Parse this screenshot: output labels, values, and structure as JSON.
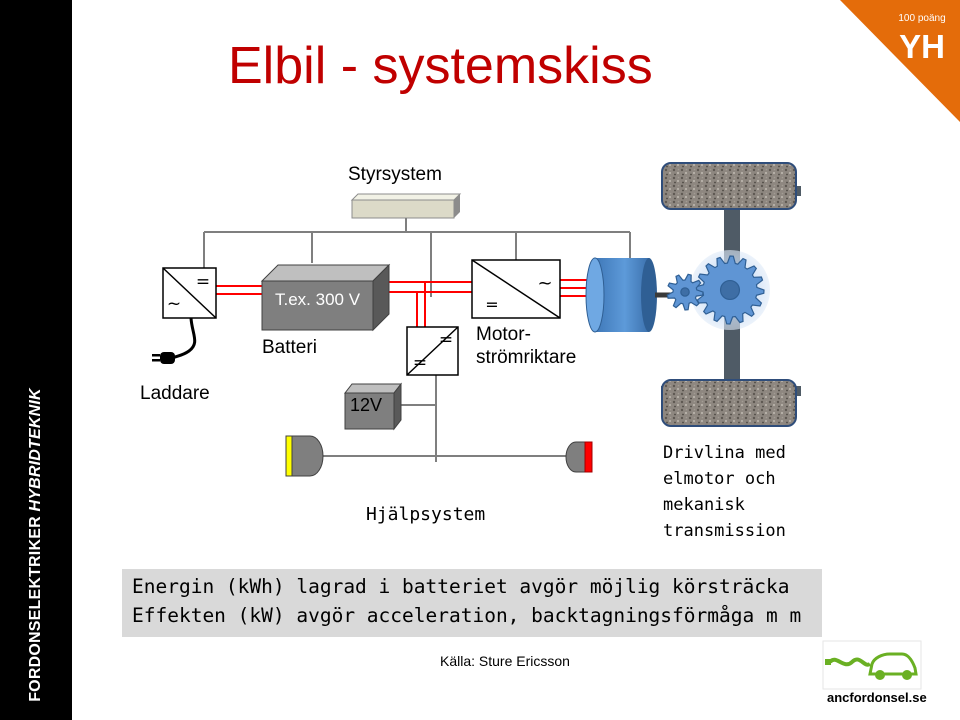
{
  "title": "Elbil - systemskiss",
  "sidebar": {
    "text_regular": "FORDONSELEKTRIKER ",
    "text_italic": "HYBRIDTEKNIK"
  },
  "badge": {
    "points": "100 poäng",
    "logo": "YH"
  },
  "diagram": {
    "control_system": "Styrsystem",
    "charger": {
      "label": "Laddare",
      "sym_ac": "~",
      "sym_dc": "="
    },
    "battery": {
      "label": "Batteri",
      "example": "T.ex. 300 V"
    },
    "dcdc": {
      "sym_in": "=",
      "sym_out": "="
    },
    "aux_battery": {
      "label": "12V"
    },
    "inverter": {
      "label_line1": "Motor-",
      "label_line2": "strömriktare",
      "sym_dc": "=",
      "sym_ac": "~"
    },
    "aux_system": {
      "label": "Hjälpsystem"
    },
    "drivetrain": {
      "line1": "Drivlina med",
      "line2": "elmotor och",
      "line3": "mekanisk",
      "line4": "transmission"
    }
  },
  "energy_note": {
    "line1": "Energin (kWh) lagrad i batteriet avgör möjlig körsträcka",
    "line2": "Effekten (kW) avgör acceleration, backtagningsförmåga m m"
  },
  "source": "Källa: Sture Ericsson",
  "site_logo": {
    "text": "ancfordonsel.se"
  },
  "colors": {
    "title": "#c00000",
    "power_line": "#ff0000",
    "signal_line": "#7f7f7f",
    "motor": "#4a86c5",
    "badge": "#e46c0a"
  }
}
